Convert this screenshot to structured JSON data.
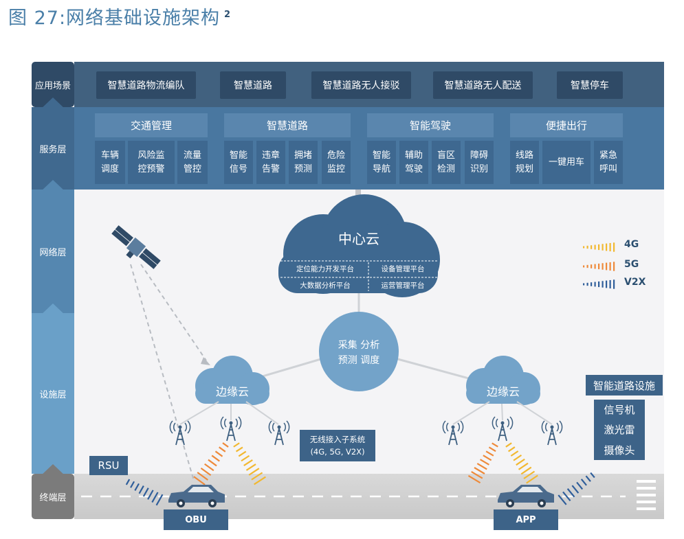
{
  "title": "图 27:网络基础设施架构",
  "footnote": "2",
  "layers": [
    "应用场景",
    "服务层",
    "网络层",
    "设施层",
    "终端层"
  ],
  "scenes": [
    "智慧道路物流编队",
    "智慧道路",
    "智慧道路无人接驳",
    "智慧道路无人配送",
    "智慧停车"
  ],
  "services": [
    {
      "name": "交通管理",
      "items": [
        [
          "车辆",
          "调度"
        ],
        [
          "风险监",
          "控预警"
        ],
        [
          "流量",
          "管控"
        ]
      ]
    },
    {
      "name": "智慧道路",
      "items": [
        [
          "智能",
          "信号"
        ],
        [
          "违章",
          "告警"
        ],
        [
          "拥堵",
          "预测"
        ],
        [
          "危险",
          "监控"
        ]
      ]
    },
    {
      "name": "智能驾驶",
      "items": [
        [
          "智能",
          "导航"
        ],
        [
          "辅助",
          "驾驶"
        ],
        [
          "盲区",
          "检测"
        ],
        [
          "障碍",
          "识别"
        ]
      ]
    },
    {
      "name": "便捷出行",
      "items": [
        [
          "线路",
          "规划"
        ],
        [
          "一键用车"
        ],
        [
          "紧急",
          "呼叫"
        ]
      ]
    }
  ],
  "center_cloud": {
    "name": "中心云",
    "platforms": [
      "定位能力开发平台",
      "设备管理平台",
      "大数据分析平台",
      "运营管理平台"
    ]
  },
  "hub": [
    "采集 分析",
    "预测 调度"
  ],
  "edge_cloud": "边缘云",
  "legend": [
    {
      "label": "4G",
      "color": "#f2b830"
    },
    {
      "label": "5G",
      "color": "#ee8a3a"
    },
    {
      "label": "V2X",
      "color": "#2f5e9a"
    }
  ],
  "wireless_box": [
    "无线接入子系统",
    "(4G, 5G, V2X)"
  ],
  "smart_road": {
    "title": "智能道路设施",
    "items": [
      "信号机",
      "激光雷",
      "摄像头"
    ]
  },
  "rsu": "RSU",
  "obu": "OBU",
  "app": "APP"
}
